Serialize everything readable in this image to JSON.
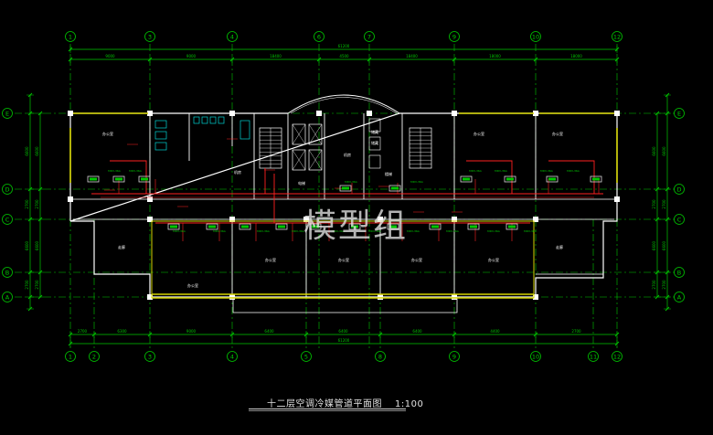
{
  "title": "十二层空调冷媒管道平面图",
  "scale": "1:100",
  "watermark": "模型组",
  "axes_top": [
    "1",
    "3",
    "4",
    "6",
    "7",
    "9",
    "10",
    "12"
  ],
  "axes_bottom": [
    "1",
    "2",
    "3",
    "4",
    "5",
    "8",
    "9",
    "10",
    "11",
    "12"
  ],
  "axes_side": [
    "E",
    "D",
    "C",
    "B",
    "A"
  ],
  "dims_top": [
    "9000",
    "9000",
    "18400",
    "4500",
    "18400",
    "18000",
    "18000"
  ],
  "dims_top_total": "61200",
  "dims_bottom": [
    "2700",
    "6300",
    "9000",
    "6400",
    "6400",
    "6400",
    "4400",
    "2700"
  ],
  "dims_bottom_total": "61200",
  "dims_left": [
    "6600",
    "2700",
    "6600",
    "2700"
  ],
  "dims_right": [
    "6600",
    "2700",
    "6600",
    "2700"
  ],
  "rooms": {
    "office": "办公室",
    "corridor": "走廊",
    "mechanical": "机房",
    "storage": "储藏",
    "elevator": "电梯",
    "stair": "楼梯"
  },
  "unit_label": "MDV-36A",
  "colors": {
    "background": "#000000",
    "grid": "#00c800",
    "walls": "#ffffff",
    "refrigerant": "#ff2020",
    "windows": "#d4d400",
    "fixtures": "#00d4d4",
    "units": "#d8d8d8"
  }
}
